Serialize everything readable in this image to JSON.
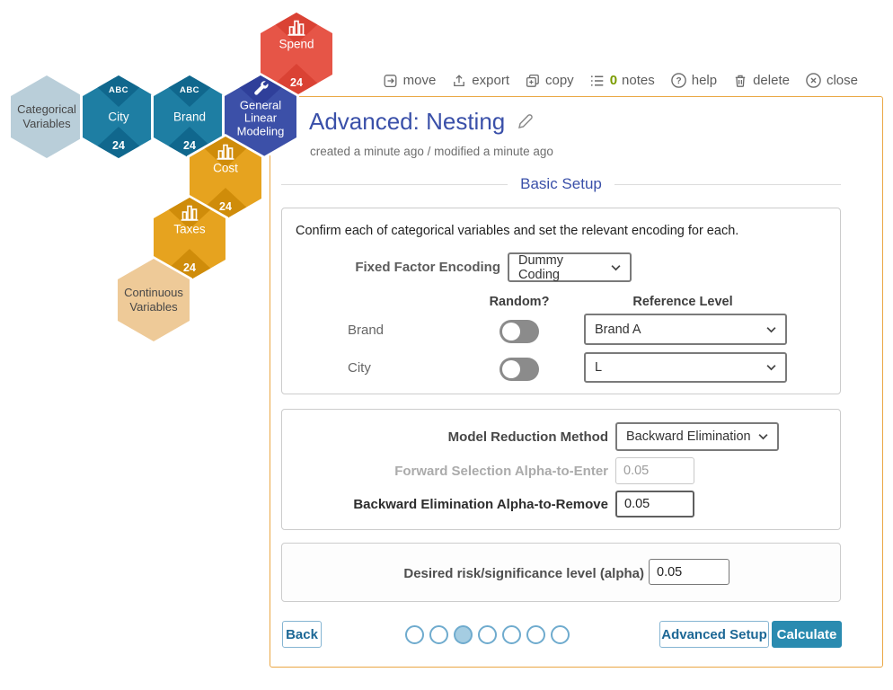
{
  "toolbar": {
    "move_label": "move",
    "export_label": "export",
    "copy_label": "copy",
    "notes_count": "0",
    "notes_label": "notes",
    "help_label": "help",
    "delete_label": "delete",
    "close_label": "close"
  },
  "workflow": {
    "hexagons": [
      {
        "id": "spend",
        "label": "Spend",
        "icon": "bar-chart-icon",
        "badge": "24"
      },
      {
        "id": "categorical-variables",
        "label": "Categorical Variables",
        "icon": null,
        "badge": null
      },
      {
        "id": "city",
        "label": "City",
        "icon": "abc-icon",
        "abc_label": "ABC",
        "badge": "24"
      },
      {
        "id": "brand",
        "label": "Brand",
        "icon": "abc-icon",
        "abc_label": "ABC",
        "badge": "24"
      },
      {
        "id": "general-linear-modeling",
        "label": "General Linear Modeling",
        "icon": "wrench-icon",
        "badge": null
      },
      {
        "id": "cost",
        "label": "Cost",
        "icon": "bar-chart-icon",
        "badge": "24"
      },
      {
        "id": "taxes",
        "label": "Taxes",
        "icon": "bar-chart-icon",
        "badge": "24"
      },
      {
        "id": "continuous-variables",
        "label": "Continuous Variables",
        "icon": null,
        "badge": null
      }
    ]
  },
  "panel": {
    "title": "Advanced: Nesting",
    "subtitle": "created a minute ago / modified a minute ago",
    "section_header": "Basic Setup",
    "setup": {
      "instruction": "Confirm each of categorical variables and set the relevant encoding for each.",
      "encoding_label": "Fixed Factor Encoding",
      "encoding_value": "Dummy Coding",
      "col_random": "Random?",
      "col_reference": "Reference Level",
      "factors": [
        {
          "name": "Brand",
          "random": false,
          "reference_level": "Brand A"
        },
        {
          "name": "City",
          "random": false,
          "reference_level": "L"
        }
      ]
    },
    "reduction": {
      "method_label": "Model Reduction Method",
      "method_value": "Backward Elimination",
      "forward_label": "Forward Selection Alpha-to-Enter",
      "forward_value": "0.05",
      "forward_enabled": false,
      "backward_label": "Backward Elimination Alpha-to-Remove",
      "backward_value": "0.05",
      "backward_enabled": true
    },
    "risk": {
      "label": "Desired risk/significance level (alpha)",
      "value": "0.05"
    },
    "footer": {
      "back_label": "Back",
      "advanced_label": "Advanced Setup",
      "calculate_label": "Calculate",
      "pagination": {
        "total": 7,
        "active_index": 2
      }
    }
  },
  "colors": {
    "accent": "#3a50a9",
    "border": "#eaa744",
    "tealhex": "#1e7ea3",
    "tealdark": "#10678d",
    "redhex": "#e65547",
    "reddark": "#da4234",
    "orangehex": "#e6a31f",
    "orangedark": "#cf8c0a",
    "indigohex": "#3c50a8",
    "indigodark": "#2f3f9a",
    "paleblue": "#b9ced9",
    "paletan": "#eeca98",
    "btnteal": "#2a8bb0",
    "green": "#7a9b00",
    "dot": "#6fabce",
    "dotfill": "#a5cde2",
    "toggle": "#8b8b8b"
  }
}
